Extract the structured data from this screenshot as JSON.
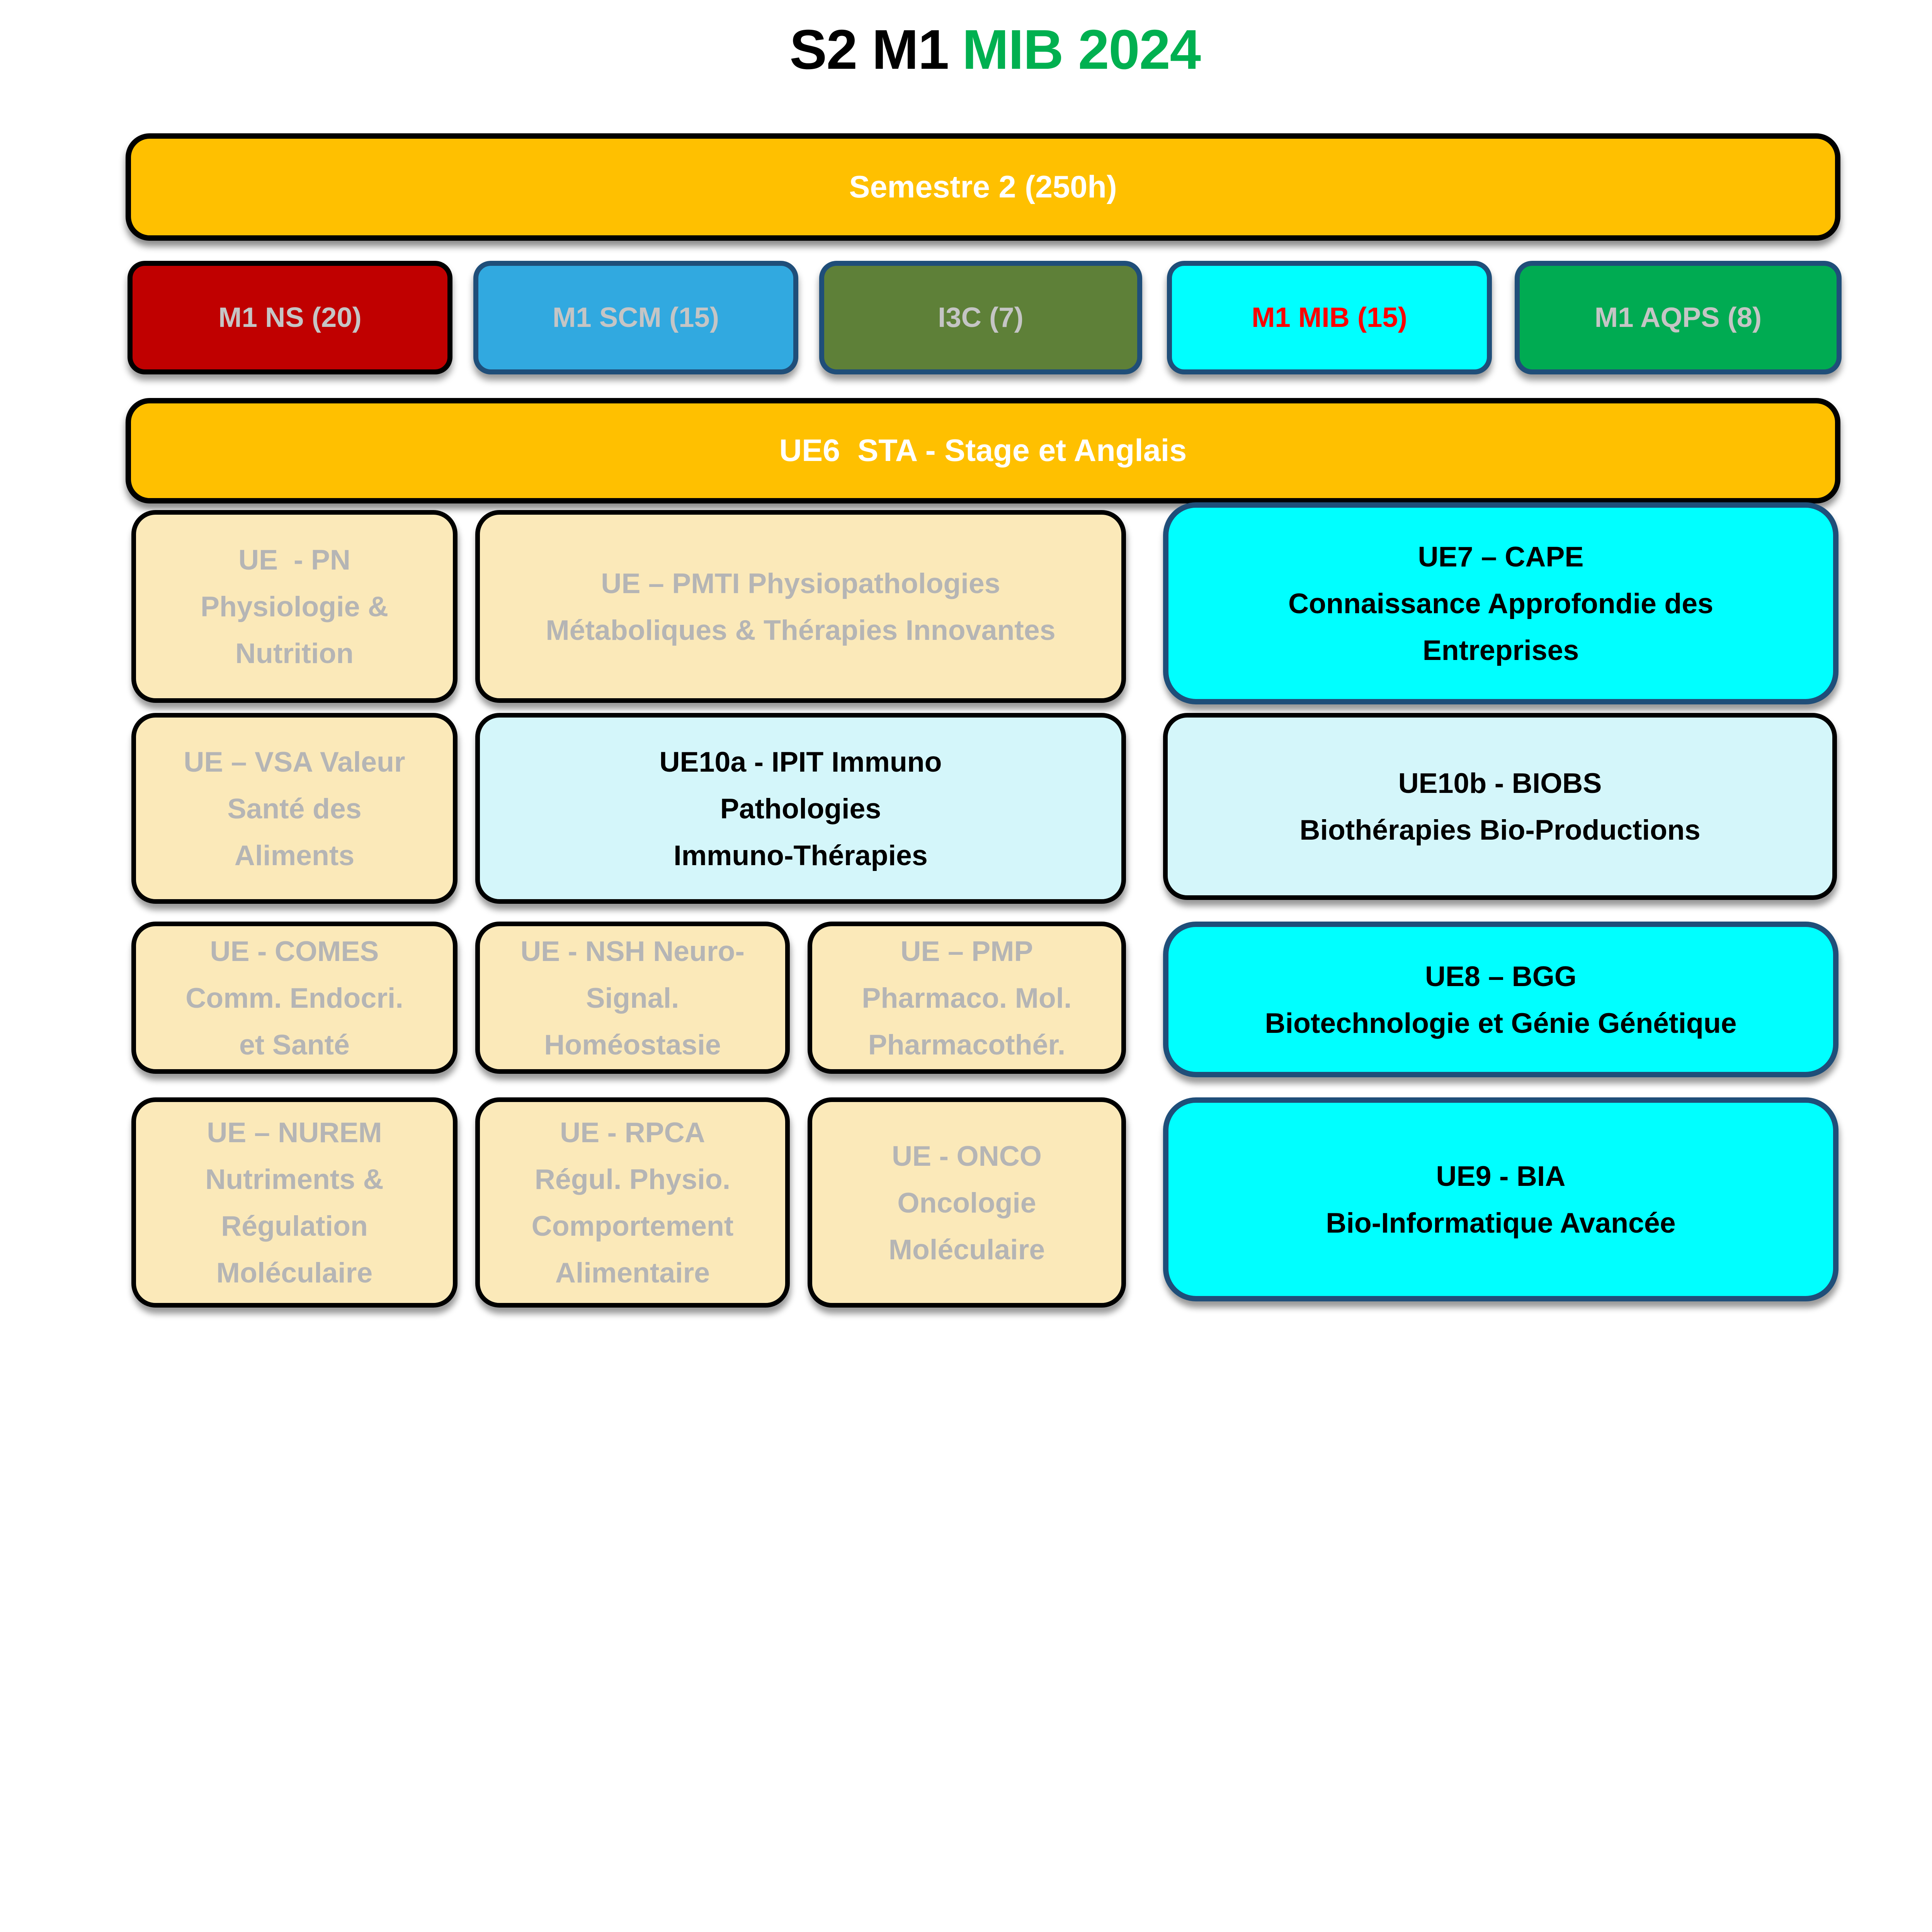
{
  "title": {
    "part1": "S2 M1",
    "part2": "MIB 2024"
  },
  "colors": {
    "title_highlight": "#00B050",
    "banner_bg": "#FFC000",
    "banner_text": "#FFFFFF",
    "ns_bg": "#C00000",
    "scm_bg": "#31A9E0",
    "i3c_bg": "#5E8038",
    "mib_bg": "#00FFFF",
    "mib_text": "#FF0000",
    "aqps_bg": "#00AB52",
    "program_text": "#C5C5C5",
    "muted_box_bg": "#FBE9B9",
    "muted_box_text": "#B5B5B5",
    "light_cyan_bg": "#D4F6FA",
    "cyan_bg": "#00FFFF",
    "dark_border": "#1F4E79"
  },
  "banners": {
    "semester": "Semestre 2 (250h)",
    "ue6": "UE6  STA - Stage et Anglais"
  },
  "programs": [
    {
      "label": "M1 NS (20)"
    },
    {
      "label": "M1 SCM (15)"
    },
    {
      "label": "I3C (7)"
    },
    {
      "label": "M1 MIB (15)"
    },
    {
      "label": "M1 AQPS (8)"
    }
  ],
  "ue": {
    "pn": {
      "lines": [
        "UE  - PN",
        "Physiologie &",
        "Nutrition"
      ]
    },
    "pmti": {
      "lines": [
        "UE – PMTI Physiopathologies",
        "Métaboliques & Thérapies Innovantes"
      ]
    },
    "cape": {
      "lines": [
        "UE7 – CAPE",
        "Connaissance Approfondie des",
        "Entreprises"
      ]
    },
    "vsa": {
      "lines": [
        "UE – VSA Valeur",
        "Santé des",
        "Aliments"
      ]
    },
    "ipit": {
      "lines": [
        "UE10a - IPIT Immuno",
        "Pathologies",
        "Immuno-Thérapies"
      ]
    },
    "biobs": {
      "lines": [
        "UE10b - BIOBS",
        "Biothérapies Bio-Productions"
      ]
    },
    "comes": {
      "lines": [
        "UE - COMES",
        "Comm. Endocri.",
        "et Santé"
      ]
    },
    "nsh": {
      "lines": [
        "UE - NSH Neuro-",
        "Signal.",
        "Homéostasie"
      ]
    },
    "pmp": {
      "lines": [
        "UE – PMP",
        "Pharmaco. Mol.",
        "Pharmacothér."
      ]
    },
    "bgg": {
      "lines": [
        "UE8 – BGG",
        "Biotechnologie et Génie Génétique"
      ]
    },
    "nurem": {
      "lines": [
        "UE – NUREM",
        "Nutriments &",
        "Régulation",
        "Moléculaire"
      ]
    },
    "rpca": {
      "lines": [
        "UE - RPCA",
        "Régul. Physio.",
        "Comportement",
        "Alimentaire"
      ]
    },
    "onco": {
      "lines": [
        "UE - ONCO",
        "Oncologie",
        "Moléculaire"
      ]
    },
    "bia": {
      "lines": [
        "UE9 - BIA",
        "Bio-Informatique Avancée"
      ]
    }
  }
}
